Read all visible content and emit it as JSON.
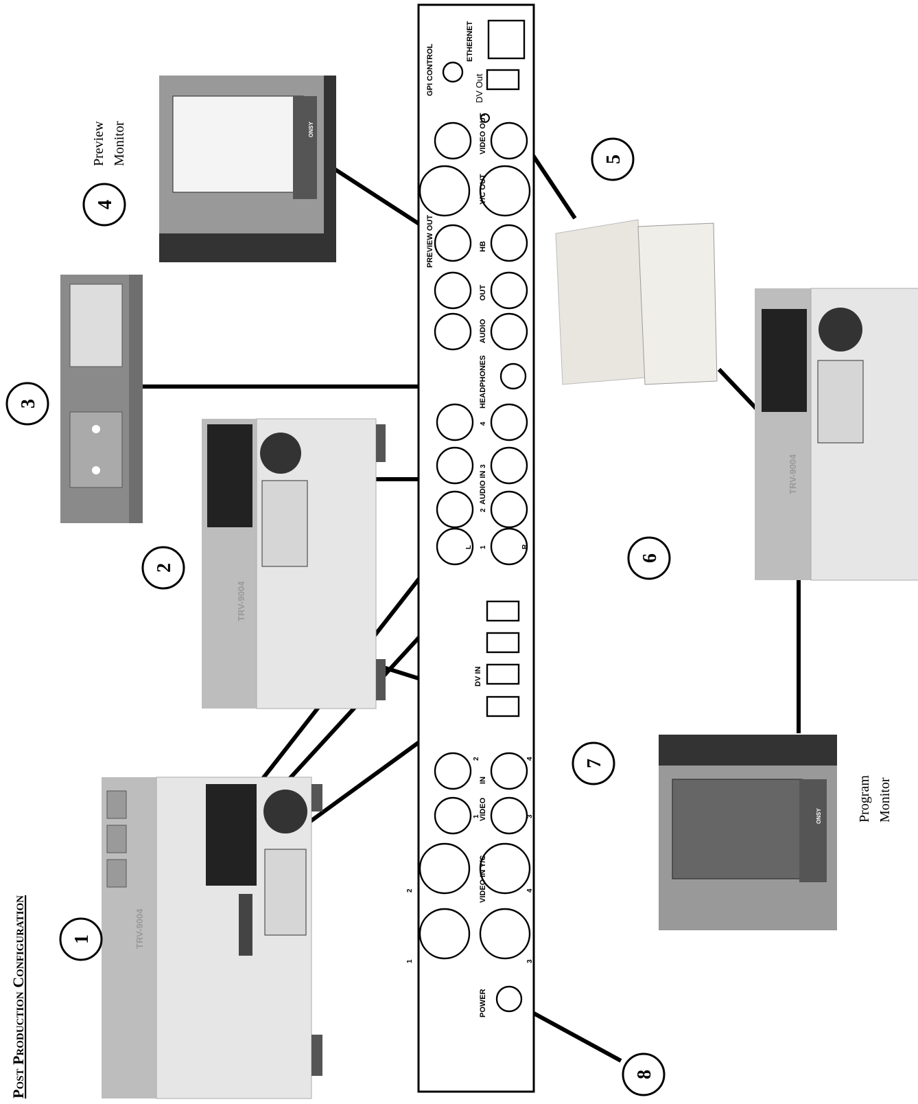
{
  "title": "Post Production Configuration",
  "captions": {
    "preview_monitor": [
      "Preview",
      "Monitor"
    ],
    "program_monitor": [
      "Program",
      "Monitor"
    ]
  },
  "callouts": [
    "1",
    "2",
    "3",
    "4",
    "5",
    "6",
    "7",
    "8"
  ],
  "panel": {
    "power": "POWER",
    "yc_in_label": "VIDEO IN Y/C",
    "yc_in_numbers": [
      "1",
      "2",
      "3",
      "4"
    ],
    "video_label": "VIDEO",
    "in_label": "IN",
    "video_in_numbers": [
      "1",
      "2",
      "3",
      "4"
    ],
    "dv_in": "DV IN",
    "audio_l": "L",
    "audio_r": "R",
    "audio_in_label": "AUDIO IN",
    "audio_in_numbers": [
      "1",
      "2",
      "3",
      "4"
    ],
    "headphones": "HEADPHONES",
    "audio_out_label_1": "AUDIO",
    "audio_out_label_2": "OUT",
    "preview_out": "PREVIEW OUT",
    "hb": "HB",
    "yc_out": "Y/C OUT",
    "video_out": "VIDEO OUT",
    "gpi_control": "GPI CONTROL",
    "dv_out": "DV Out",
    "ethernet": "ETHERNET"
  },
  "devices": {
    "deck_model": "TRV-9004",
    "monitor_brand": "ONSY"
  }
}
